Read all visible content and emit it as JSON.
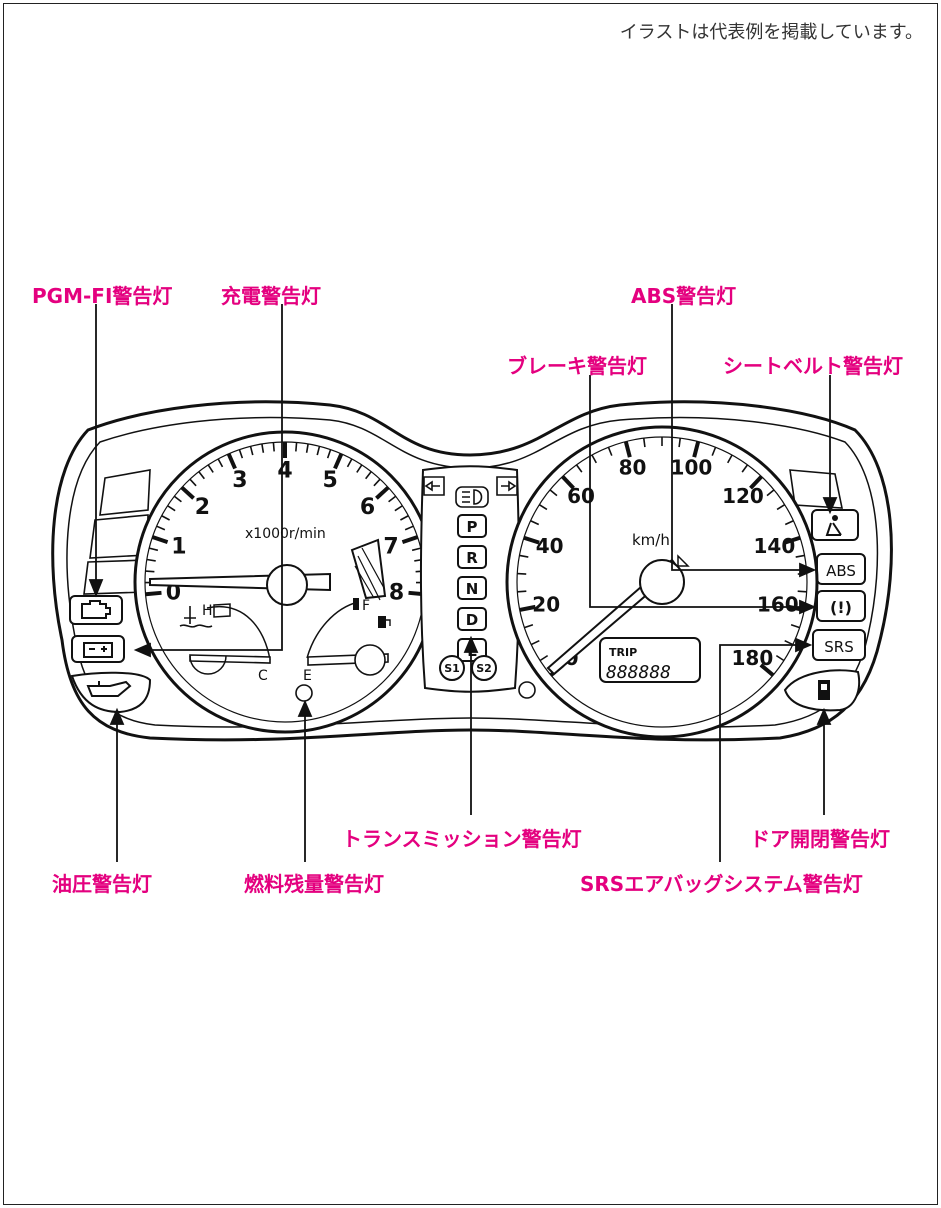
{
  "caption": "イラストは代表例を掲載しています。",
  "callouts": {
    "pgm_fi": "PGM-FI警告灯",
    "charging": "充電警告灯",
    "abs": "ABS警告灯",
    "brake": "ブレーキ警告灯",
    "seatbelt": "シートベルト警告灯",
    "transmission": "トランスミッション警告灯",
    "door": "ドア開閉警告灯",
    "oil_pressure": "油圧警告灯",
    "fuel": "燃料残量警告灯",
    "srs": "SRSエアバッグシステム警告灯"
  },
  "tachometer": {
    "numbers": [
      "0",
      "1",
      "2",
      "3",
      "4",
      "5",
      "6",
      "7",
      "8"
    ],
    "unit": "x1000r/min",
    "temp_labels": {
      "hot": "H",
      "cold": "C"
    },
    "fuel_labels": {
      "full": "F",
      "empty": "E"
    }
  },
  "speedometer": {
    "numbers": [
      "0",
      "20",
      "40",
      "60",
      "80",
      "100",
      "120",
      "140",
      "160",
      "180"
    ],
    "unit": "km/h",
    "trip_label": "TRIP",
    "odometer": "888888"
  },
  "gear_indicators": [
    "P",
    "R",
    "N",
    "D",
    "L"
  ],
  "s_modes": [
    "S1",
    "S2"
  ],
  "right_lamps": {
    "abs": "ABS",
    "brake": "(!)",
    "srs": "SRS"
  },
  "colors": {
    "callout": "#e4007f",
    "line": "#111111"
  }
}
